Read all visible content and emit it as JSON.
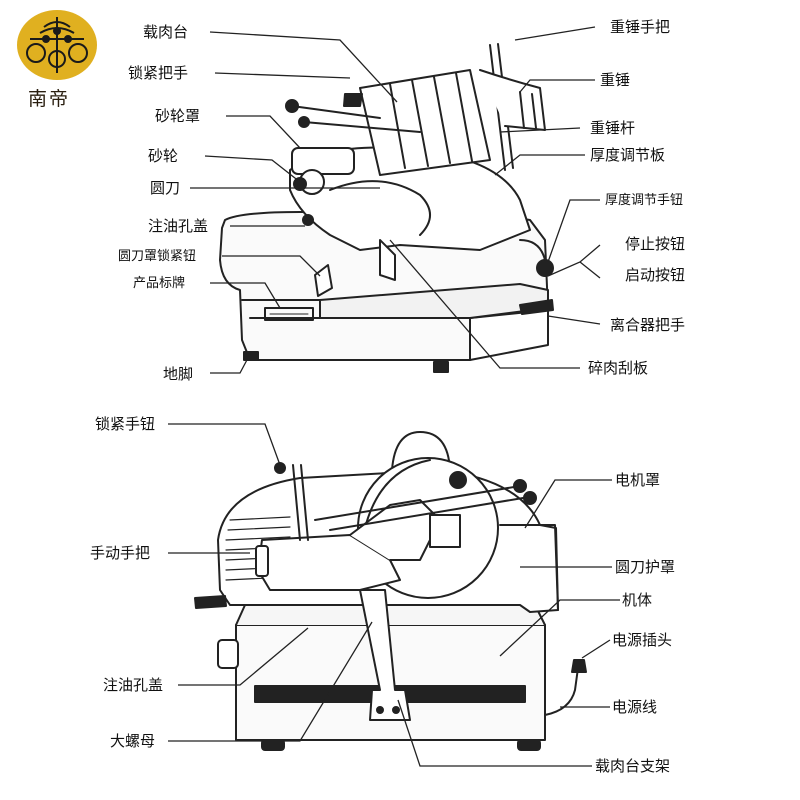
{
  "brand": {
    "name": "南帝",
    "logo_color": "#e0b020",
    "logo_dark": "#1a1a1a"
  },
  "labels_top": {
    "rou_tai": "载肉台",
    "suojin_bashou": "锁紧把手",
    "shalun_zhao": "砂轮罩",
    "shalun": "砂轮",
    "yuan_dao": "圆刀",
    "zhuyou_kong_gai": "注油孔盖",
    "yuandao_zhao_niu": "圆刀罩锁紧钮",
    "chanpin_biaopai": "产品标牌",
    "di_jiao": "地脚",
    "zhongchui_bashou": "重锤手把",
    "zhongchui": "重锤",
    "zhongchui_gan": "重锤杆",
    "houdu_ban": "厚度调节板",
    "houdu_niu": "厚度调节手钮",
    "tingzhi": "停止按钮",
    "qidong": "启动按钮",
    "lihe_bashou": "离合器把手",
    "suirou_guaban": "碎肉刮板"
  },
  "labels_bottom": {
    "suojin_shouniu": "锁紧手钮",
    "shoudong_bashou": "手动手把",
    "zhuyou_kong_gai": "注油孔盖",
    "da_luomu": "大螺母",
    "dianji_zhao": "电机罩",
    "yuandao_huzhao": "圆刀护罩",
    "jiti": "机体",
    "dianyuan_chatou": "电源插头",
    "dianyuan_xian": "电源线",
    "routai_zhijia": "载肉台支架"
  }
}
